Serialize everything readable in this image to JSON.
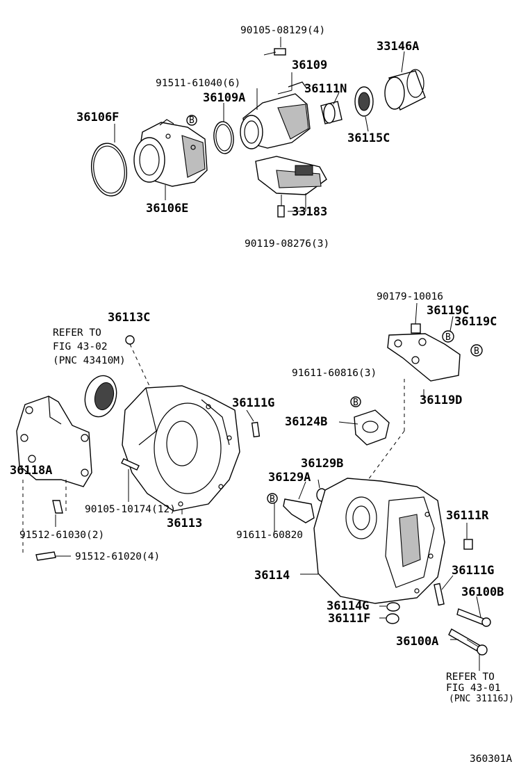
{
  "labels": {
    "p90105_08129": "90105-08129(4)",
    "p33146A": "33146A",
    "p36109": "36109",
    "p91511_61040": "91511-61040(6)",
    "p36109A": "36109A",
    "p36111N": "36111N",
    "p36106F": "36106F",
    "p36115C": "36115C",
    "p36106E": "36106E",
    "p33183": "33183",
    "p90119_08276": "90119-08276(3)",
    "p90179_10016": "90179-10016",
    "p36119C_1": "36119C",
    "p36119C_2": "36119C",
    "p36113C": "36113C",
    "refer1_line1": "REFER TO",
    "refer1_line2": "FIG 43-02",
    "refer1_line3": "(PNC 43410M)",
    "p91611_60816": "91611-60816(3)",
    "p36119D": "36119D",
    "p36111G_1": "36111G",
    "p36124B": "36124B",
    "p36129B": "36129B",
    "p36129A": "36129A",
    "p36118A": "36118A",
    "p90105_10174": "90105-10174(12)",
    "p36113": "36113",
    "p91611_60820": "91611-60820",
    "p36111R": "36111R",
    "p91512_61030": "91512-61030(2)",
    "p91512_61020": "91512-61020(4)",
    "p36111G_2": "36111G",
    "p36114": "36114",
    "p36100B": "36100B",
    "p36114G": "36114G",
    "p36111F": "36111F",
    "p36100A": "36100A",
    "refer2_line1": "REFER TO",
    "refer2_line2": "FIG 43-01",
    "refer2_line3": "(PNC 31116J)",
    "figure_id": "360301A"
  },
  "markers": {
    "b": "B"
  }
}
